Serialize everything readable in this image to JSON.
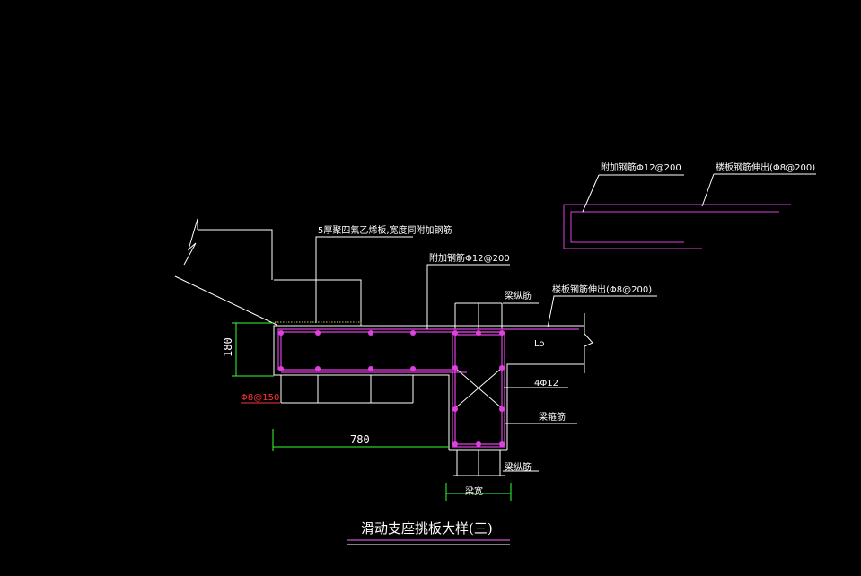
{
  "drawing": {
    "title": "滑动支座挑板大样(三)",
    "colors": {
      "background": "#000000",
      "outline": "#ffffff",
      "rebar": "#e040e0",
      "dimension": "#33ff33",
      "annotation": "#ff3333",
      "hatch": "#cccc66"
    }
  },
  "labels": {
    "cushion": "5厚聚四氟乙烯板,宽度同附加钢筋",
    "added_bar_main": "附加钢筋Φ12@200",
    "beam_long_top": "梁纵筋",
    "slab_extend_main": "楼板钢筋伸出(Φ8@200)",
    "span_symbol": "Lo",
    "four_bar": "4Φ12",
    "stirrup": "梁箍筋",
    "beam_long_bottom": "梁纵筋",
    "beam_width": "梁宽",
    "distribution": "Φ8@150",
    "added_bar_detail": "附加钢筋Φ12@200",
    "slab_extend_detail": "楼板钢筋伸出(Φ8@200)"
  },
  "dimensions": {
    "slab_thickness": "180",
    "overhang_length": "780"
  }
}
